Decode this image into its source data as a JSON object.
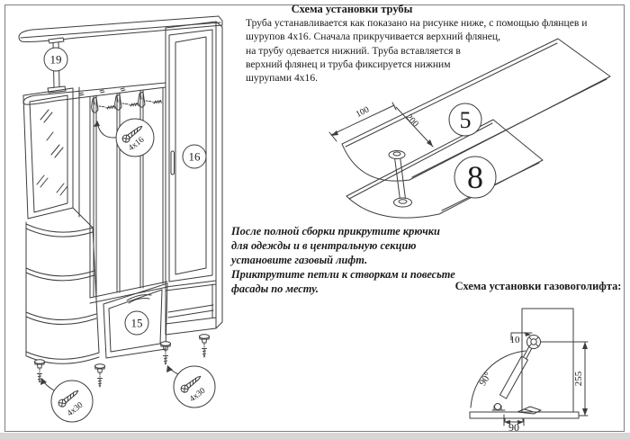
{
  "page": {
    "bg": "#ffffff",
    "border_color": "#7f7f7f",
    "line_color": "#3d3d3d"
  },
  "pipe_scheme": {
    "title": "Схема установки трубы",
    "body": "Труба устанавливается как показано на рисунке ниже, с помощью флянцев и\nшурупов 4х16. Сначала прикручивается верхний флянец,\nна трубу одевается нижний. Труба вставляется в\nверхний флянец и труба фиксируется нижним\nшурупами 4х16."
  },
  "assembly_note": "После полной сборки прикрутите крючки\nдля одежды и в центральную секцию\nустановите газовый лифт.\nПриктрутите петли к створкам и повесьте\nфасады по месту.",
  "gaslift_scheme": {
    "title": "Схема установки газовоголифта:",
    "dim_offset": "10",
    "dim_angle": "90°",
    "dim_height": "255",
    "dim_base": "90"
  },
  "wardrobe": {
    "pipe_part": "19",
    "door_part": "16",
    "drawer_part": "15",
    "hook_screw": "4x16",
    "foot_screw_left": "4x30",
    "foot_screw_right": "4x30"
  },
  "pipe_diagram": {
    "top_panel": "5",
    "bottom_panel": "8",
    "dim_length": "100",
    "dim_depth": "200"
  }
}
